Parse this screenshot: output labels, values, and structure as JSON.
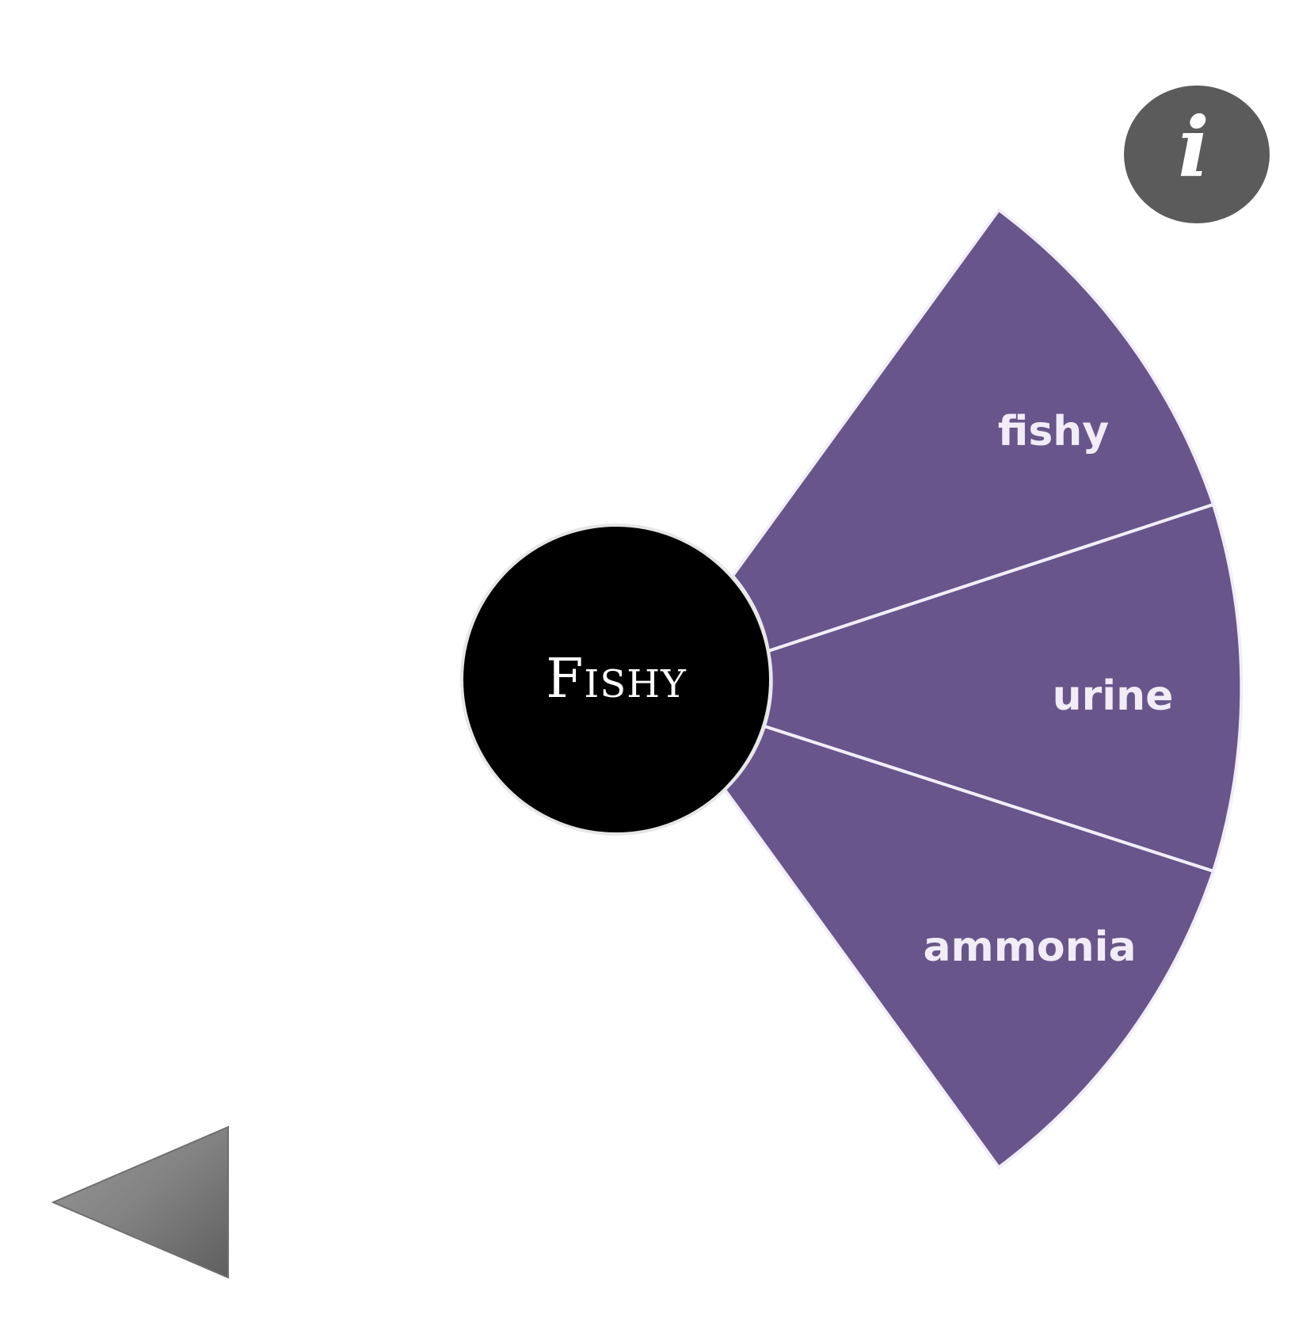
{
  "center": {
    "label": "Fishy"
  },
  "segments": [
    {
      "label": "fishy"
    },
    {
      "label": "urine"
    },
    {
      "label": "ammonia"
    }
  ],
  "info_button": {
    "glyph": "i",
    "icon": "info-icon"
  },
  "back_button": {
    "icon": "back-arrow-icon"
  },
  "colors": {
    "segment_fill": "#67558b",
    "segment_text": "#f1ecf6",
    "divider": "#f2eef8",
    "center_fill": "#000000",
    "center_text": "#ffffff",
    "info_fill": "#5b5b5b",
    "info_text": "#ffffff",
    "back_fill": "#828282"
  }
}
